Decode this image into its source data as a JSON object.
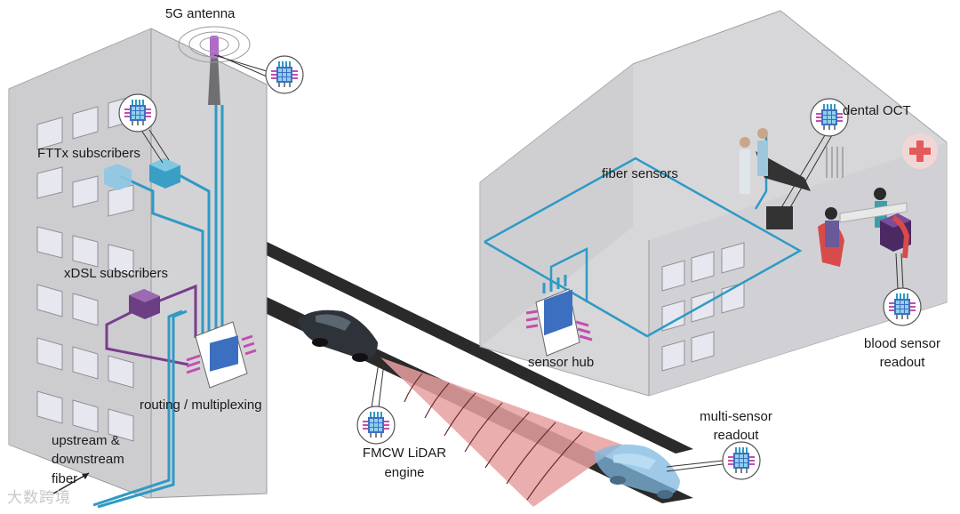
{
  "labels": {
    "antenna": "5G antenna",
    "fttx": "FTTx subscribers",
    "xdsl": "xDSL subscribers",
    "routing": "routing / multiplexing",
    "upstream_1": "upstream &",
    "upstream_2": "downstream",
    "upstream_3": "fiber",
    "lidar_1": "FMCW LiDAR",
    "lidar_2": "engine",
    "fiber_sensors": "fiber sensors",
    "sensor_hub": "sensor hub",
    "dental": "dental OCT",
    "blood_1": "blood sensor",
    "blood_2": "readout",
    "multi_1": "multi-sensor",
    "multi_2": "readout"
  },
  "watermark": "大数跨境",
  "colors": {
    "fiber_blue": "#2f9ac4",
    "fiber_purple": "#7a3d8c",
    "chip_pink": "#c24fb0",
    "lidar_beam": "#e8a0a0",
    "building": "#d5d5d8",
    "road": "#2a2a2a",
    "red_cross": "#e35a5a"
  }
}
